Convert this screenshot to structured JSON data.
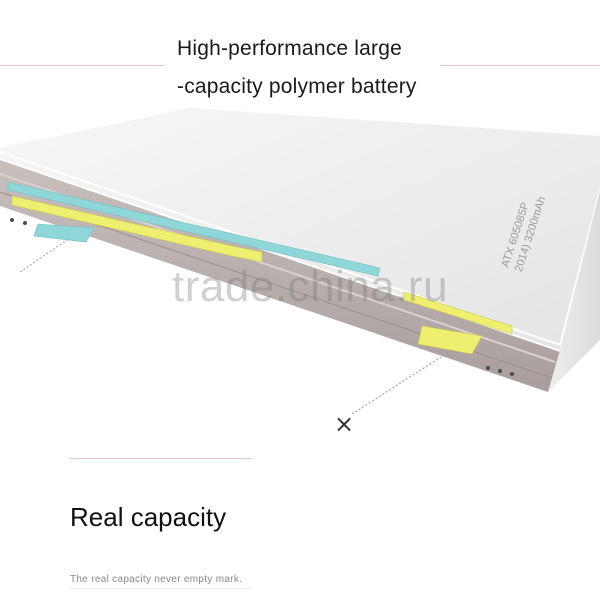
{
  "headline": {
    "line1": "High-performance large",
    "line2": "-capacity polymer battery"
  },
  "device": {
    "label_line1": "ATX 605085P",
    "label_line2": "2014) 3200mAh",
    "marker": "×"
  },
  "watermark": "trade.china.ru",
  "section": {
    "title": "Real capacity",
    "caption": "The real capacity never empty mark."
  },
  "colors": {
    "teal_stripe": "#8fd6d8",
    "yellow_stripe": "#eeee70",
    "body_top": "#f1f1f1",
    "body_front": "#b5aaa9",
    "accent_line": "#e6c6c6"
  }
}
